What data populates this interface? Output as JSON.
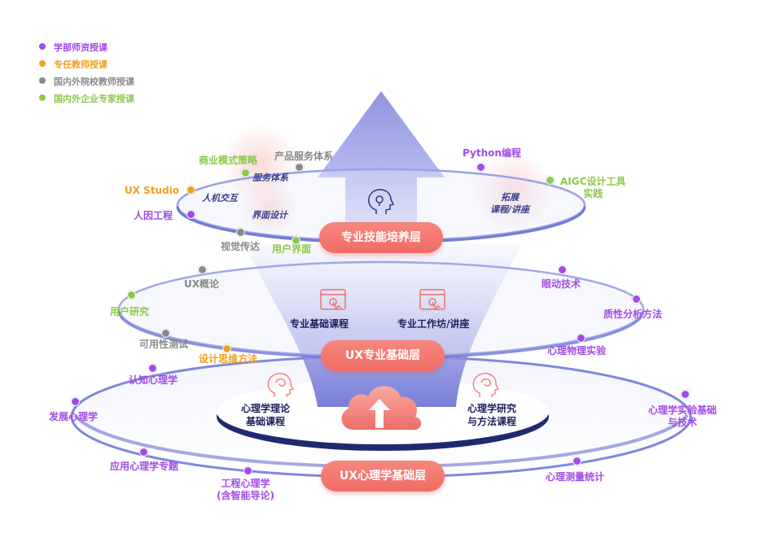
{
  "colors": {
    "purple": "#a24be6",
    "orange": "#f0a020",
    "gray": "#8a8a8a",
    "green": "#8cc84b",
    "ring": "#6a73d6",
    "pill": "#ef6c66",
    "dark_text": "#1d1f5c"
  },
  "legend": [
    {
      "label": "学部师资授课",
      "color": "#a24be6"
    },
    {
      "label": "专任教师授课",
      "color": "#f0a020"
    },
    {
      "label": "国内外院校教师授课",
      "color": "#8a8a8a"
    },
    {
      "label": "国内外企业专家授课",
      "color": "#8cc84b"
    }
  ],
  "layers": {
    "top": "专业技能培养层",
    "middle": "UX专业基础层",
    "bottom": "UX心理学基础层"
  },
  "top_ring": {
    "commercial": "商业模式策略",
    "product_service": "产品服务体系",
    "ux_studio": "UX Studio",
    "human_factors": "人因工程",
    "visual": "视觉传达",
    "user_interface": "用户界面",
    "python": "Python编程",
    "aigc_1": "AIGC设计工具",
    "aigc_2": "实践",
    "bubble_service": "服务体系",
    "bubble_hci": "人机交互",
    "bubble_ui": "界面设计",
    "bubble_ext_1": "拓展",
    "bubble_ext_2": "课程/讲座"
  },
  "middle_ring": {
    "ux_intro": "UX概论",
    "user_research": "用户研究",
    "usability": "可用性测试",
    "design_thinking": "设计思维方法",
    "eye_tracking": "眼动技术",
    "qualitative": "质性分析方法",
    "psychophysics": "心理物理实验",
    "basic_course": "专业基础课程",
    "workshop": "专业工作坊/讲座"
  },
  "bottom_ring": {
    "cognitive": "认知心理学",
    "developmental": "发展心理学",
    "applied": "应用心理学专题",
    "engineering_1": "工程心理学",
    "engineering_2": "(含智能导论)",
    "measurement": "心理测量统计",
    "experiment_1": "心理学实验基础",
    "experiment_2": "与技术",
    "psych_theory_1": "心理学理论",
    "psych_theory_2": "基础课程",
    "psych_method_1": "心理学研究",
    "psych_method_2": "与方法课程"
  }
}
